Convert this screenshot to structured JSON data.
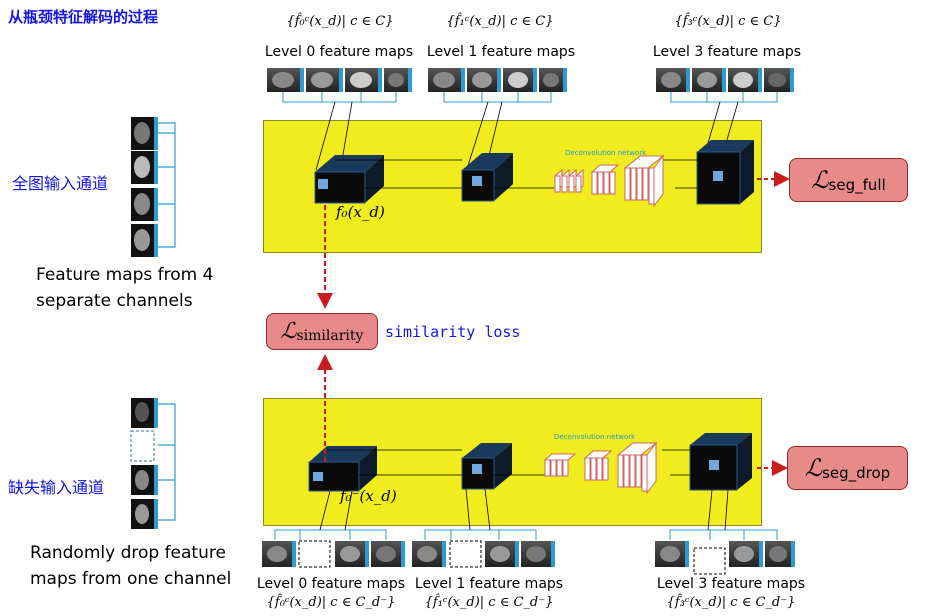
{
  "title": "从瓶颈特征解码的过程",
  "top": {
    "channel_label": "全图输入通道",
    "channel_caption": "Feature maps from 4 separate channels",
    "caption_lines": [
      "Feature maps from 4",
      "separate channels"
    ],
    "levels": [
      {
        "set": "{f̂₀ᶜ(x_d)| c ∈ C}",
        "label": "Level 0 feature maps"
      },
      {
        "set": "{f̂₁ᶜ(x_d)| c ∈ C}",
        "label": "Level 1 feature maps"
      },
      {
        "set": "{f̂₃ᶜ(x_d)| c ∈ C}",
        "label": "Level 3 feature maps"
      }
    ],
    "bottleneck": "f₀(x_d)",
    "deconv": "Deconvolution network",
    "loss": {
      "symbol": "ℒ",
      "sub": "seg_full"
    }
  },
  "similarity": {
    "symbol": "ℒ",
    "sub": "similarity",
    "note": "similarity loss"
  },
  "bottom": {
    "channel_label": "缺失输入通道",
    "caption_lines": [
      "Randomly drop feature",
      "maps from one channel"
    ],
    "levels": [
      {
        "label": "Level 0 feature maps",
        "set": "{f̂₀ᶜ(x_d)| c ∈ C_d⁻}"
      },
      {
        "label": "Level 1 feature maps",
        "set": "{f̂₁ᶜ(x_d)| c ∈ C_d⁻}"
      },
      {
        "label": "Level 3 feature maps",
        "set": "{f̂₃ᶜ(x_d)| c ∈ C_d⁻}"
      }
    ],
    "bottleneck": "f₀⁻(x_d)",
    "deconv": "Deconvolution network",
    "loss": {
      "symbol": "ℒ",
      "sub": "seg_drop"
    }
  },
  "colors": {
    "panel": "#f0ec1e",
    "loss": "#e98a8a",
    "arrow": "#c81e1e",
    "bracket": "#2f9bd0",
    "chinese": "#1414e6"
  }
}
